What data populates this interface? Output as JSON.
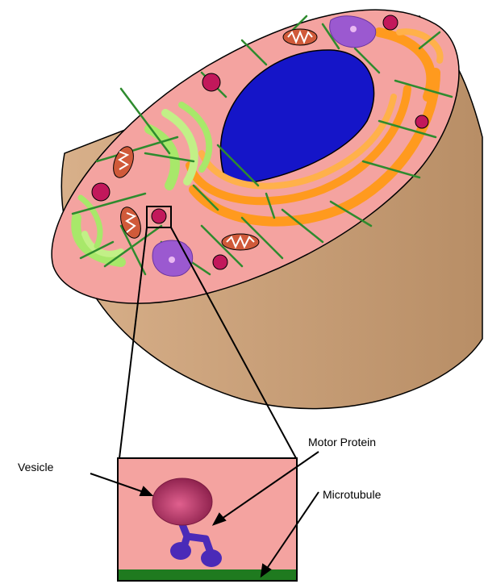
{
  "labels": {
    "vesicle": "Vesicle",
    "motor_protein": "Motor Protein",
    "microtubule": "Microtubule"
  },
  "colors": {
    "cytoplasm": "#f4a3a0",
    "cell_side": "#c49a72",
    "nucleus": "#1515c8",
    "endoplasmic_reticulum": "#ff9a1e",
    "golgi": "#a8e86a",
    "mitochondria": "#d05a3a",
    "vesicle": "#c2185b",
    "lysosome": "#9b59d0",
    "microtubule": "#2e8b2e",
    "motor_protein": "#4a2ab8"
  }
}
